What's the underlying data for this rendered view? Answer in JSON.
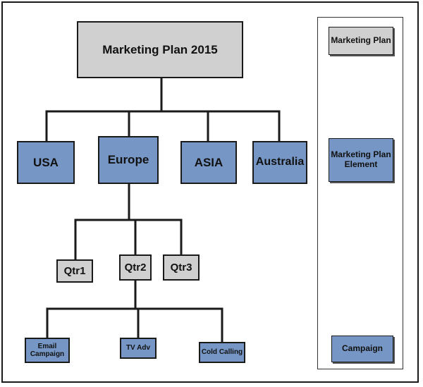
{
  "diagram": {
    "root": {
      "label": "Marketing Plan 2015"
    },
    "regions": [
      {
        "id": "usa",
        "label": "USA"
      },
      {
        "id": "europe",
        "label": "Europe"
      },
      {
        "id": "asia",
        "label": "ASIA"
      },
      {
        "id": "australia",
        "label": "Australia"
      }
    ],
    "quarters": [
      {
        "id": "qtr1",
        "label": "Qtr1"
      },
      {
        "id": "qtr2",
        "label": "Qtr2"
      },
      {
        "id": "qtr3",
        "label": "Qtr3"
      }
    ],
    "campaigns": [
      {
        "id": "email",
        "label": "Email\nCampaign"
      },
      {
        "id": "tv",
        "label": "TV Adv"
      },
      {
        "id": "cold",
        "label": "Cold Calling"
      }
    ]
  },
  "legend": {
    "items": [
      {
        "label": "Marketing Plan",
        "color": "#d0d0d0"
      },
      {
        "label": "Marketing Plan\nElement",
        "color": "#7697c5"
      },
      {
        "label": "Campaign",
        "color": "#7697c5"
      }
    ]
  },
  "colors": {
    "plan": "#d0d0d0",
    "element": "#7697c5",
    "border": "#1a1a1a"
  }
}
